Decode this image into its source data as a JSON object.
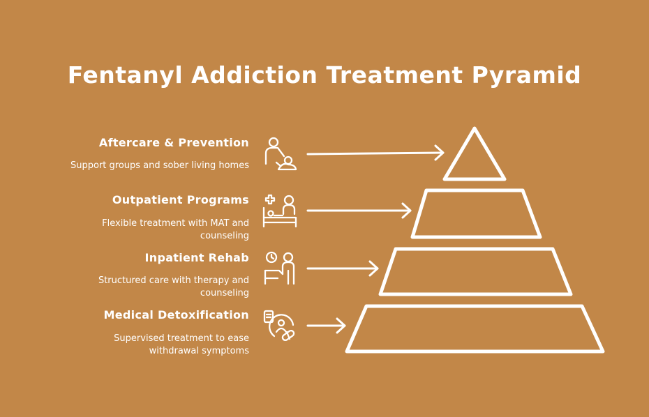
{
  "title": "Fentanyl Addiction Treatment Pyramid",
  "levels": [
    {
      "heading": "Aftercare & Prevention",
      "description": "Support groups and sober living homes",
      "icon": "caregiver-patient-icon"
    },
    {
      "heading": "Outpatient Programs",
      "description": "Flexible treatment with MAT and counseling",
      "icon": "medical-bed-icon"
    },
    {
      "heading": "Inpatient Rehab",
      "description": "Structured care with therapy and counseling",
      "icon": "clock-therapy-icon"
    },
    {
      "heading": "Medical Detoxification",
      "description": "Supervised treatment to ease withdrawal symptoms",
      "icon": "detox-pill-icon"
    }
  ],
  "colors": {
    "background": "#c28748",
    "foreground": "#ffffff"
  }
}
